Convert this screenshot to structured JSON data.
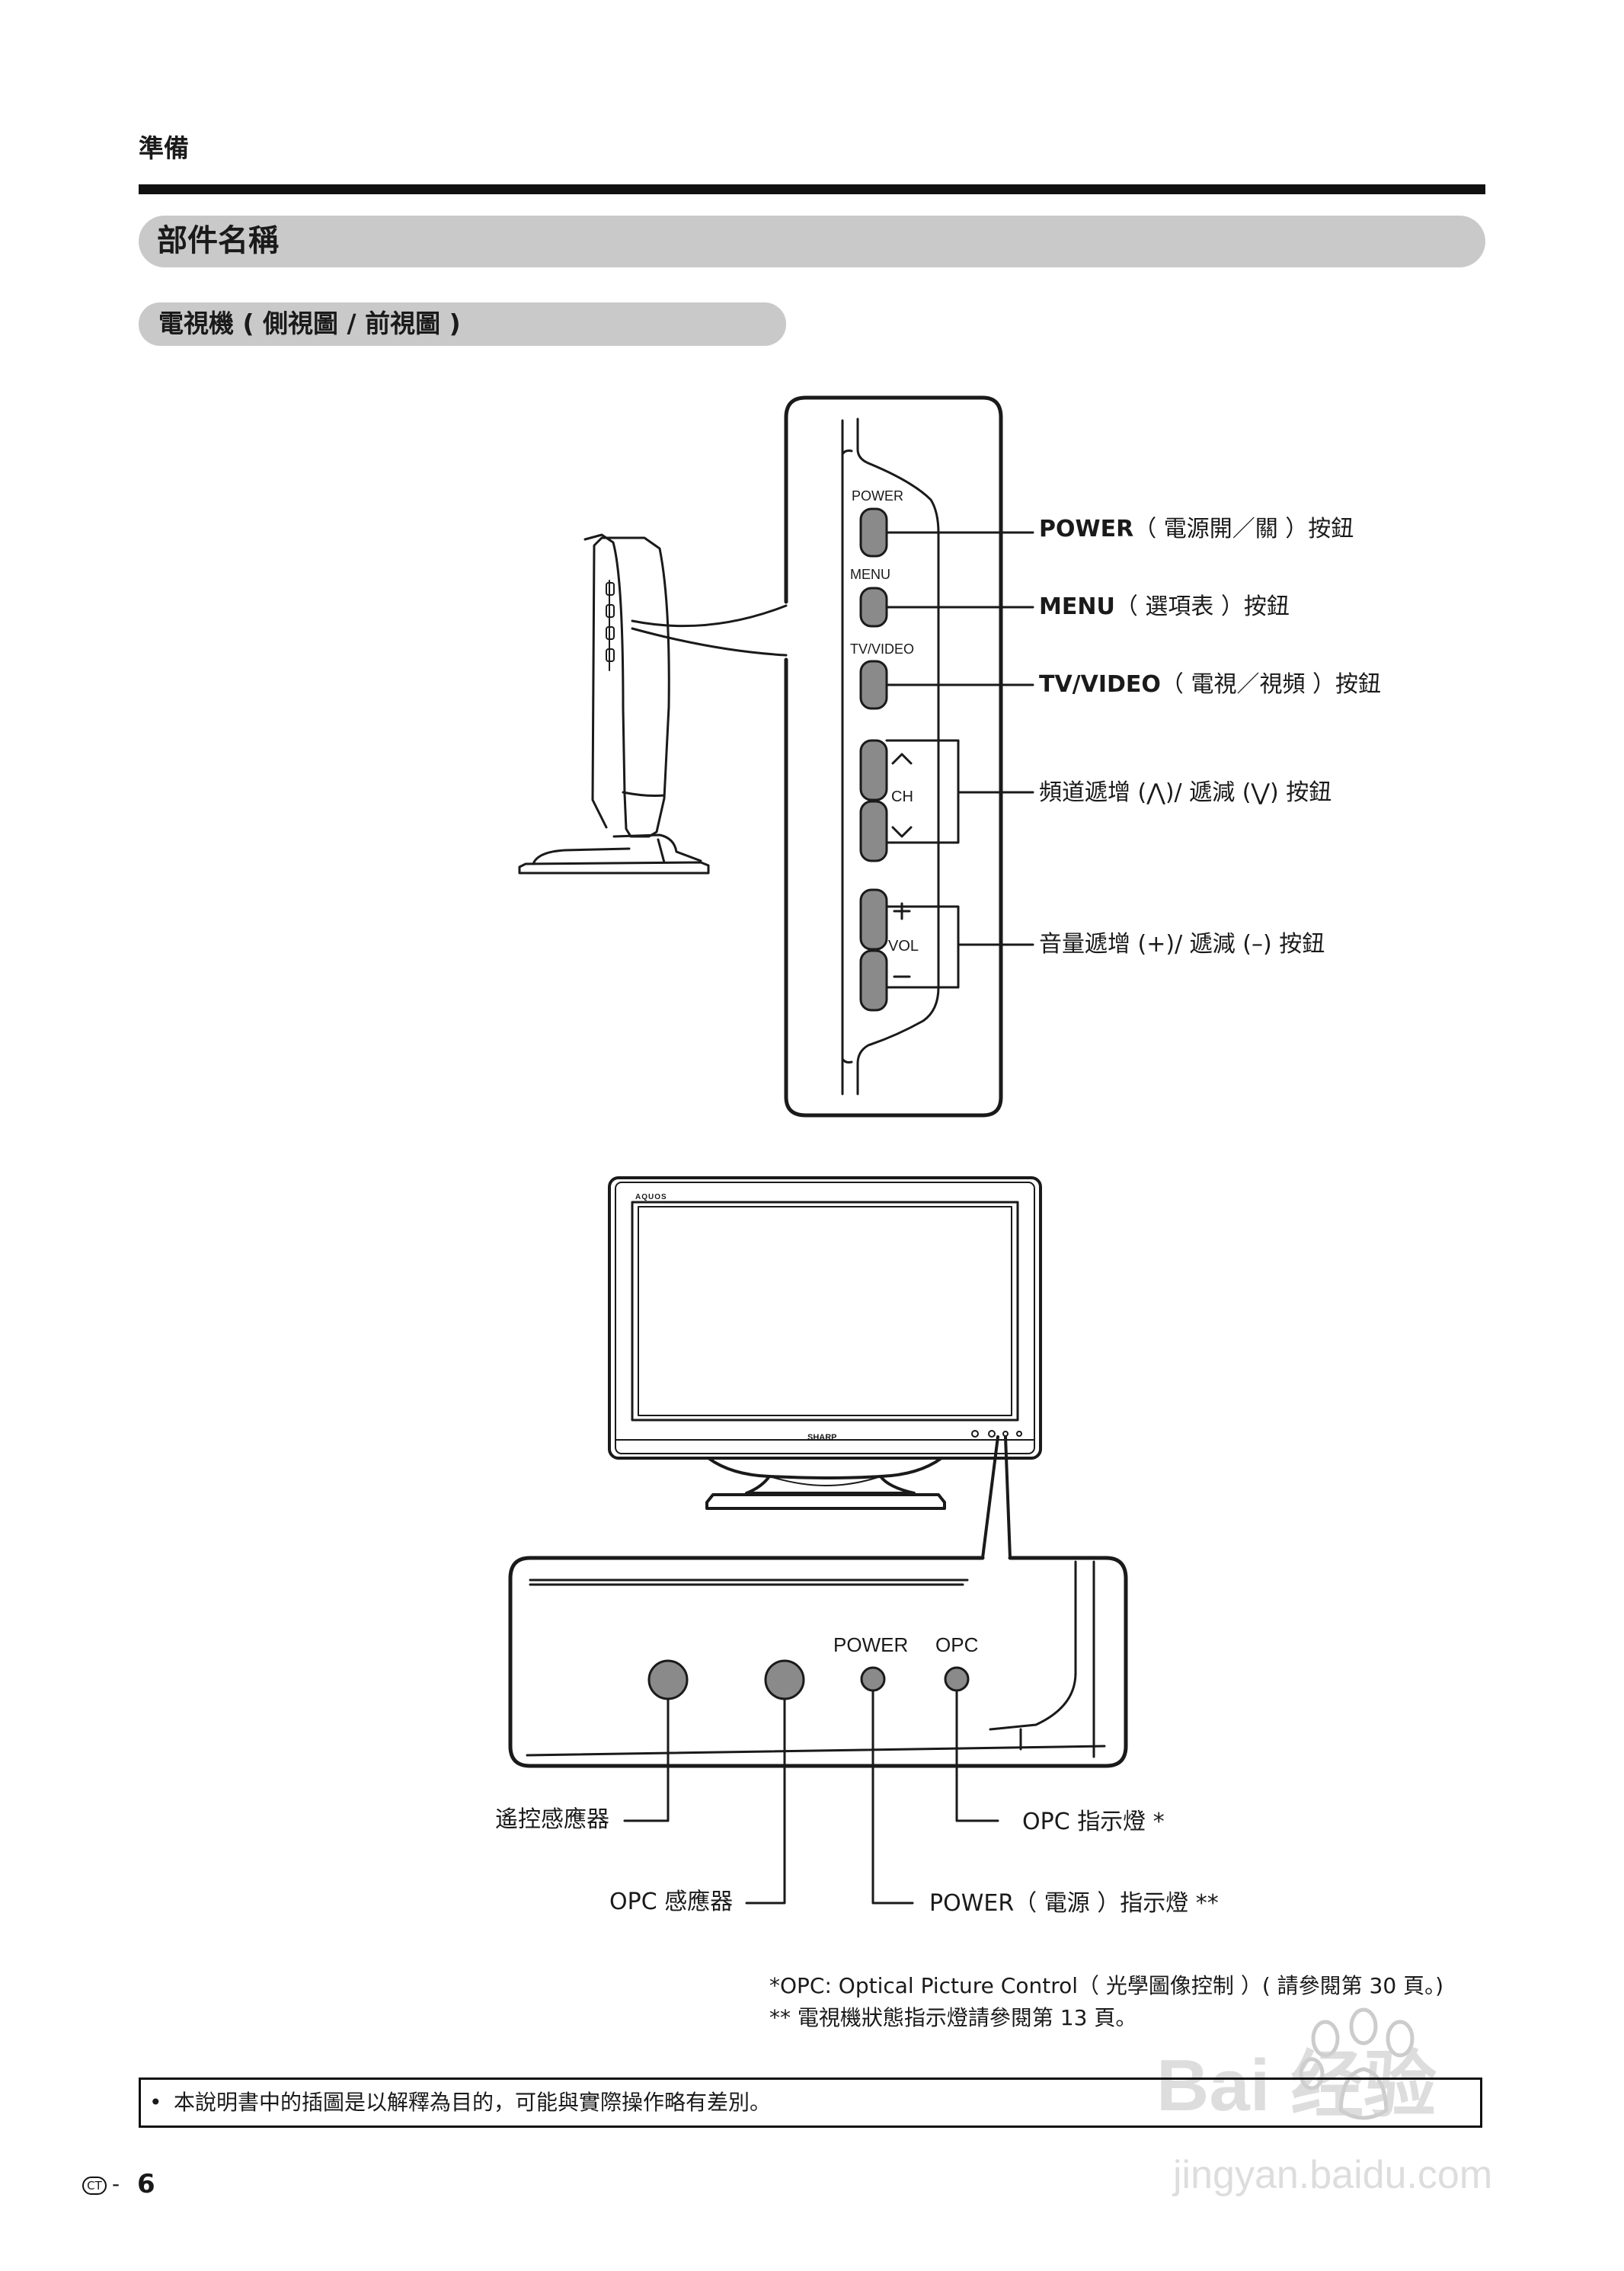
{
  "header": {
    "section": "準備",
    "title": "部件名稱",
    "subtitle": "電視機 ( 側視圖 / 前視圖 )"
  },
  "side_panel": {
    "button_texts": [
      "POWER",
      "MENU",
      "TV/VIDEO",
      "CH",
      "VOL"
    ],
    "ch_symbols": [
      "︿",
      "﹀"
    ],
    "vol_symbols": [
      "+",
      "–"
    ]
  },
  "side_callouts": {
    "power": {
      "bold": "POWER",
      "rest": "（ 電源開／關 ）按鈕"
    },
    "menu": {
      "bold": "MENU",
      "rest": "（ 選項表 ）按鈕"
    },
    "tvvideo": {
      "bold": "TV/VIDEO",
      "rest": "（ 電視／視頻 ）按鈕"
    },
    "channel": "頻道遞增 (⋀)/ 遞減 (⋁) 按鈕",
    "volume": "音量遞增 (+)/ 遞減 (–) 按鈕"
  },
  "tv_front": {
    "brand_top": "AQUOS",
    "brand_bottom": "SHARP"
  },
  "front_panel": {
    "power_label": "POWER",
    "opc_label": "OPC"
  },
  "front_callouts": {
    "remote_sensor": "遙控感應器",
    "opc_sensor": "OPC 感應器",
    "opc_indicator": "OPC 指示燈 *",
    "power_indicator": "POWER（ 電源 ）指示燈 **"
  },
  "footnotes": {
    "line1": "*OPC: Optical Picture Control（ 光學圖像控制 ）( 請參閱第 30 頁。)",
    "line2": "** 電視機狀態指示燈請參閱第 13 頁。"
  },
  "note": {
    "bullet": "•",
    "text": "本說明書中的插圖是以解釋為目的，可能與實際操作略有差別。"
  },
  "footer": {
    "badge": "CT",
    "separator": "-",
    "page_number": "6"
  },
  "watermark": {
    "text_top": "Bai  经验",
    "text_bottom": "jingyan.baidu.com"
  }
}
